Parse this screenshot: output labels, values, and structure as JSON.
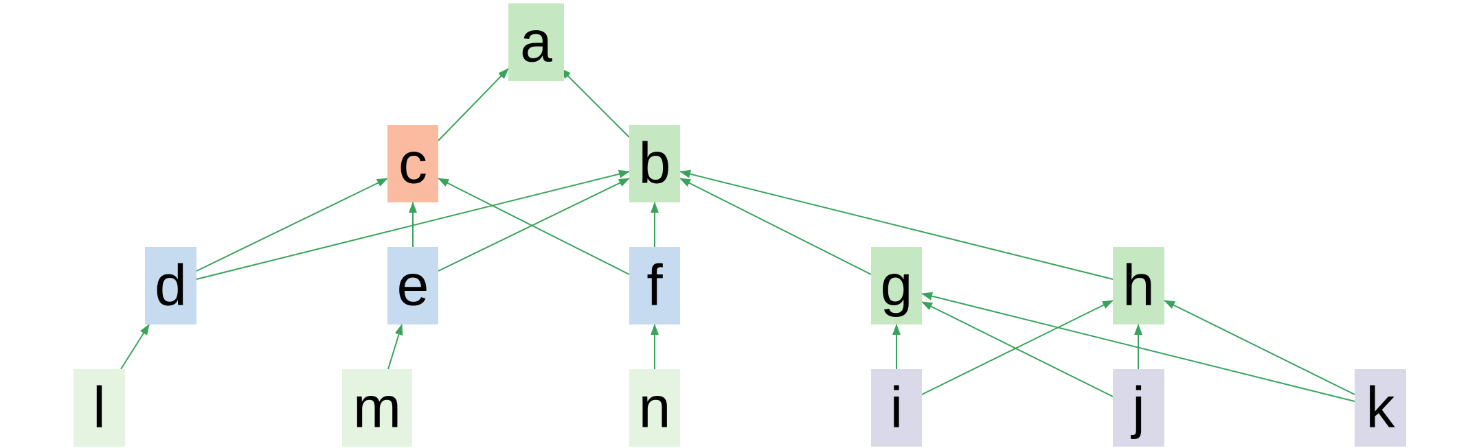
{
  "diagram": {
    "edge_color": "#3aa35b",
    "fill_colors": {
      "green": "#c5e8c2",
      "light-green": "#e4f4e0",
      "blue": "#c6dbf0",
      "salmon": "#fbbba1",
      "lavender": "#d9d9ea"
    },
    "nodes": [
      {
        "id": "a",
        "label": "a",
        "fill": "green"
      },
      {
        "id": "b",
        "label": "b",
        "fill": "green"
      },
      {
        "id": "c",
        "label": "c",
        "fill": "salmon"
      },
      {
        "id": "d",
        "label": "d",
        "fill": "blue"
      },
      {
        "id": "e",
        "label": "e",
        "fill": "blue"
      },
      {
        "id": "f",
        "label": "f",
        "fill": "blue"
      },
      {
        "id": "g",
        "label": "g",
        "fill": "green"
      },
      {
        "id": "h",
        "label": "h",
        "fill": "green"
      },
      {
        "id": "l",
        "label": "l",
        "fill": "light-green"
      },
      {
        "id": "m",
        "label": "m",
        "fill": "light-green"
      },
      {
        "id": "n",
        "label": "n",
        "fill": "light-green"
      },
      {
        "id": "i",
        "label": "i",
        "fill": "lavender"
      },
      {
        "id": "j",
        "label": "j",
        "fill": "lavender"
      },
      {
        "id": "k",
        "label": "k",
        "fill": "lavender"
      }
    ],
    "edges": [
      {
        "from": "c",
        "to": "a"
      },
      {
        "from": "b",
        "to": "a"
      },
      {
        "from": "d",
        "to": "c"
      },
      {
        "from": "e",
        "to": "c"
      },
      {
        "from": "f",
        "to": "c"
      },
      {
        "from": "d",
        "to": "b"
      },
      {
        "from": "e",
        "to": "b"
      },
      {
        "from": "f",
        "to": "b"
      },
      {
        "from": "g",
        "to": "b"
      },
      {
        "from": "h",
        "to": "b"
      },
      {
        "from": "l",
        "to": "d"
      },
      {
        "from": "m",
        "to": "e"
      },
      {
        "from": "n",
        "to": "f"
      },
      {
        "from": "i",
        "to": "g"
      },
      {
        "from": "j",
        "to": "g"
      },
      {
        "from": "k",
        "to": "g"
      },
      {
        "from": "i",
        "to": "h"
      },
      {
        "from": "j",
        "to": "h"
      },
      {
        "from": "k",
        "to": "h"
      }
    ]
  }
}
